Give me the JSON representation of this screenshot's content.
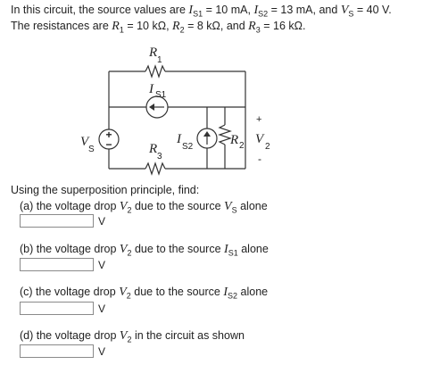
{
  "problem": {
    "intro": "In this circuit, the source values are",
    "is1_label": "S1",
    "is1_value": "10 mA",
    "is2_label": "S2",
    "is2_value": "13 mA",
    "vs_label": "S",
    "vs_value": "40 V",
    "res_intro": "The resistances are",
    "r1_sub": "1",
    "r1_value": "10 kΩ",
    "r2_sub": "2",
    "r2_value": "8 kΩ",
    "r3_sub": "3",
    "r3_value": "16 kΩ"
  },
  "circuit": {
    "r1": "R",
    "r1_sub": "1",
    "is1": "I",
    "is1_sub": "S1",
    "vs": "V",
    "vs_sub": "S",
    "vs_plus": "+",
    "vs_minus": "−",
    "is2": "I",
    "is2_sub": "S2",
    "r2": "R",
    "r2_sub": "2",
    "r3": "R",
    "r3_sub": "3",
    "v2": "V",
    "v2_sub": "2",
    "v2_plus": "+",
    "v2_minus": "-"
  },
  "instructions": "Using the superposition principle, find:",
  "questions": [
    {
      "prefix": "(a) the voltage drop",
      "var": "V",
      "sub": "2",
      "middle": "due to the source",
      "src": "V",
      "src_sub": "S",
      "suffix": "alone",
      "unit": "V",
      "value": ""
    },
    {
      "prefix": "(b) the voltage drop",
      "var": "V",
      "sub": "2",
      "middle": "due to the source",
      "src": "I",
      "src_sub": "S1",
      "suffix": "alone",
      "unit": "V",
      "value": ""
    },
    {
      "prefix": "(c) the voltage drop",
      "var": "V",
      "sub": "2",
      "middle": "due to the source",
      "src": "I",
      "src_sub": "S2",
      "suffix": "alone",
      "unit": "V",
      "value": ""
    },
    {
      "prefix": "(d) the voltage drop",
      "var": "V",
      "sub": "2",
      "middle": "in the circuit as shown",
      "src": "",
      "src_sub": "",
      "suffix": "",
      "unit": "V",
      "value": ""
    }
  ]
}
